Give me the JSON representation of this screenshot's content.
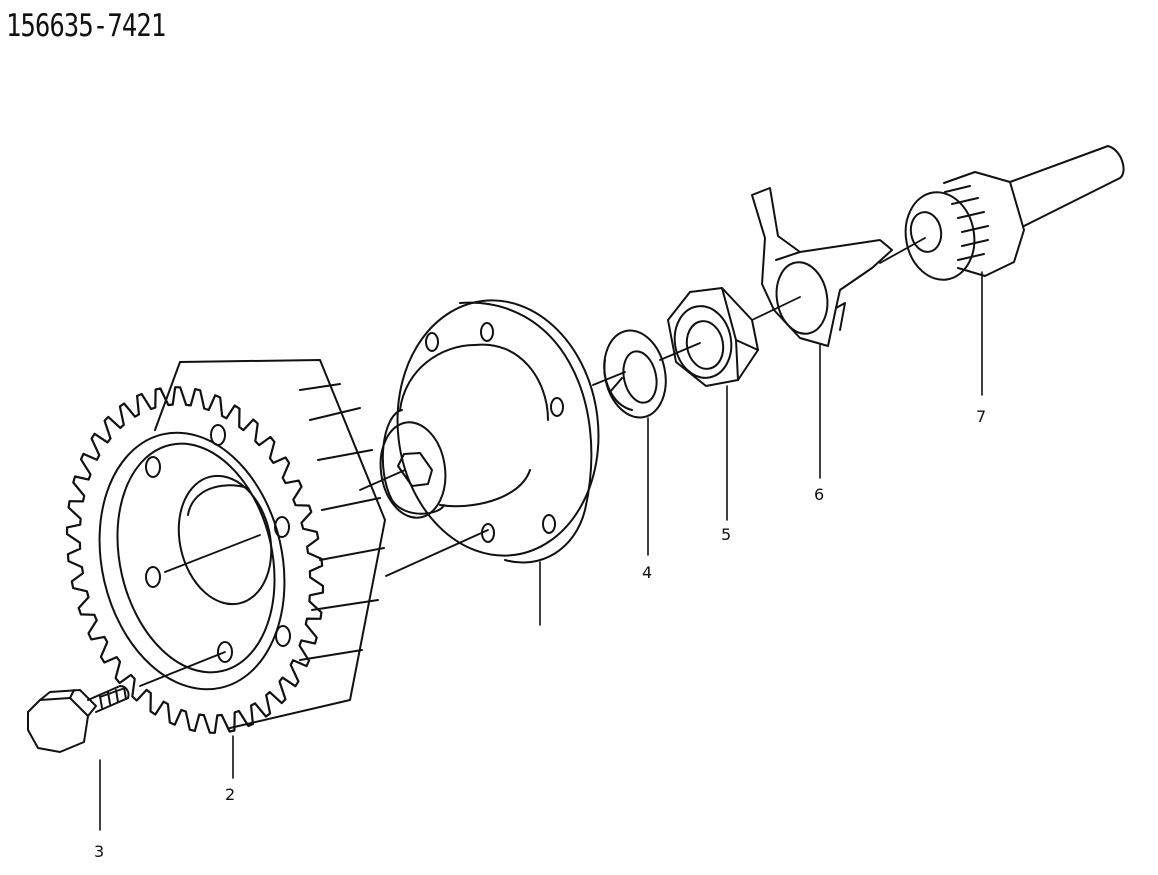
{
  "header": {
    "part_number": "156635-7421"
  },
  "callouts": [
    {
      "id": "1",
      "label": ""
    },
    {
      "id": "2",
      "label": "2"
    },
    {
      "id": "3",
      "label": "3"
    },
    {
      "id": "4",
      "label": "4"
    },
    {
      "id": "5",
      "label": "5"
    },
    {
      "id": "6",
      "label": "6"
    },
    {
      "id": "7",
      "label": "7"
    }
  ],
  "colors": {
    "line": "#111111",
    "background": "#ffffff"
  }
}
